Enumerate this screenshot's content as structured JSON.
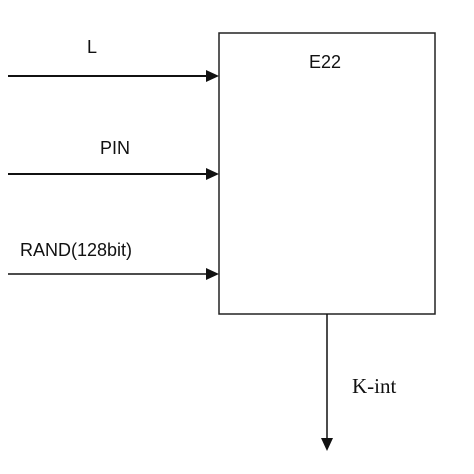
{
  "block": {
    "label": "E22"
  },
  "inputs": [
    {
      "label": "L"
    },
    {
      "label": "PIN"
    },
    {
      "label": "RAND(128bit)"
    }
  ],
  "output": {
    "label": "K-int"
  },
  "colors": {
    "line": "#111111",
    "block_border": "#222222",
    "background": "#ffffff"
  }
}
